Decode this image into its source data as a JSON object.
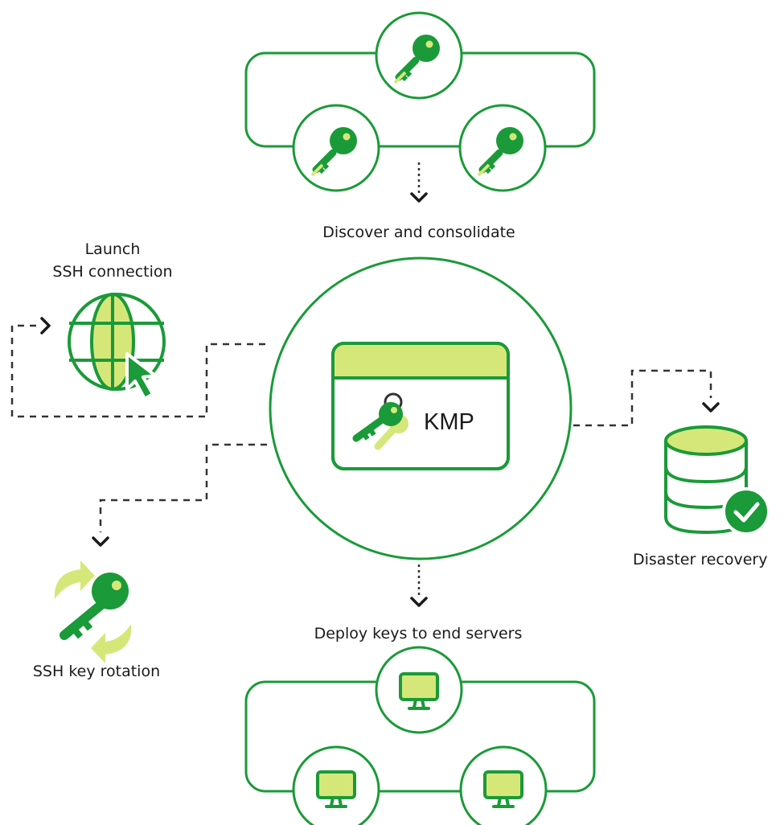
{
  "colors": {
    "primary_green": "#1a9a38",
    "light_green": "#d6e77a",
    "text": "#1a1a1a",
    "dashed_line": "#333333",
    "background": "#ffffff"
  },
  "labels": {
    "discover": "Discover and consolidate",
    "launch_line1": "Launch",
    "launch_line2": "SSH connection",
    "kmp": "KMP",
    "disaster_recovery": "Disaster recovery",
    "deploy": "Deploy keys to end servers",
    "key_rotation": "SSH key rotation"
  },
  "icons": {
    "top_cluster": [
      "key-icon",
      "key-icon",
      "key-icon"
    ],
    "bottom_cluster": [
      "monitor-icon",
      "monitor-icon",
      "monitor-icon"
    ],
    "launch": "globe-cursor-icon",
    "recovery": "database-check-icon",
    "rotation": "key-rotation-icon",
    "center": "kmp-window-icon"
  }
}
